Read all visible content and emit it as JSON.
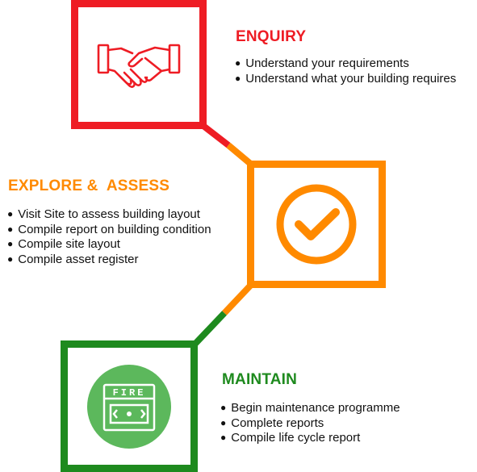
{
  "steps": [
    {
      "heading": "ENQUIRY",
      "color": "#ee1c24",
      "icon": "handshake-icon",
      "bullets": [
        "Understand your requirements",
        "Understand what your building requires"
      ]
    },
    {
      "heading": "EXPLORE &  ASSESS",
      "color": "#ff8a00",
      "icon": "checkmark-circle-icon",
      "bullets": [
        "Visit Site to assess building layout",
        "Compile report on building condition",
        "Compile site layout",
        "Compile asset register"
      ]
    },
    {
      "heading": "MAINTAIN",
      "color": "#1e8a1e",
      "icon": "fire-alarm-icon",
      "icon_text": "FIRE",
      "bullets": [
        "Begin maintenance programme",
        "Complete reports",
        "Compile life cycle report"
      ]
    }
  ]
}
